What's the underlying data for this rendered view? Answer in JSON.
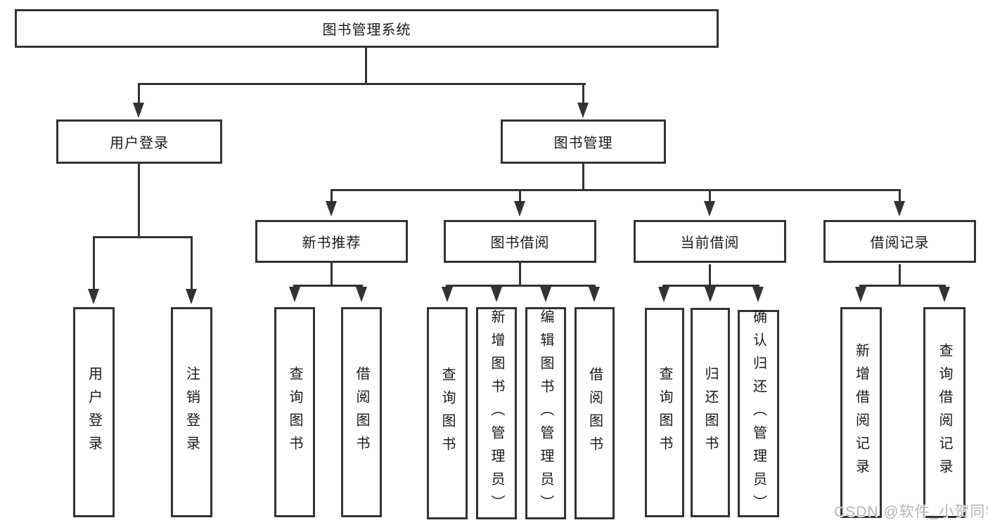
{
  "diagram_title": "图书管理系统",
  "colors": {
    "box_border": "#333333",
    "connector_line": "#333333",
    "text": "#1a1a1a",
    "background": "#ffffff",
    "watermark": "#b5b5b5"
  },
  "watermark": {
    "text": "CSDN @软件_小贺同学"
  },
  "tree": {
    "root": {
      "label": "图书管理系统"
    },
    "branches": [
      {
        "label": "用户登录",
        "children": [
          {
            "label": "用户登录"
          },
          {
            "label": "注销登录"
          }
        ]
      },
      {
        "label": "图书管理",
        "children": [
          {
            "label": "新书推荐",
            "children": [
              {
                "label": "查询图书"
              },
              {
                "label": "借阅图书"
              }
            ]
          },
          {
            "label": "图书借阅",
            "children": [
              {
                "label": "查询图书"
              },
              {
                "label": "新增图书（管理员）"
              },
              {
                "label": "编辑图书（管理员）"
              },
              {
                "label": "借阅图书"
              }
            ]
          },
          {
            "label": "当前借阅",
            "children": [
              {
                "label": "查询图书"
              },
              {
                "label": "归还图书"
              },
              {
                "label": "确认归还（管理员）"
              }
            ]
          },
          {
            "label": "借阅记录",
            "children": [
              {
                "label": "新增借阅记录"
              },
              {
                "label": "查询借阅记录"
              }
            ]
          }
        ]
      }
    ]
  }
}
